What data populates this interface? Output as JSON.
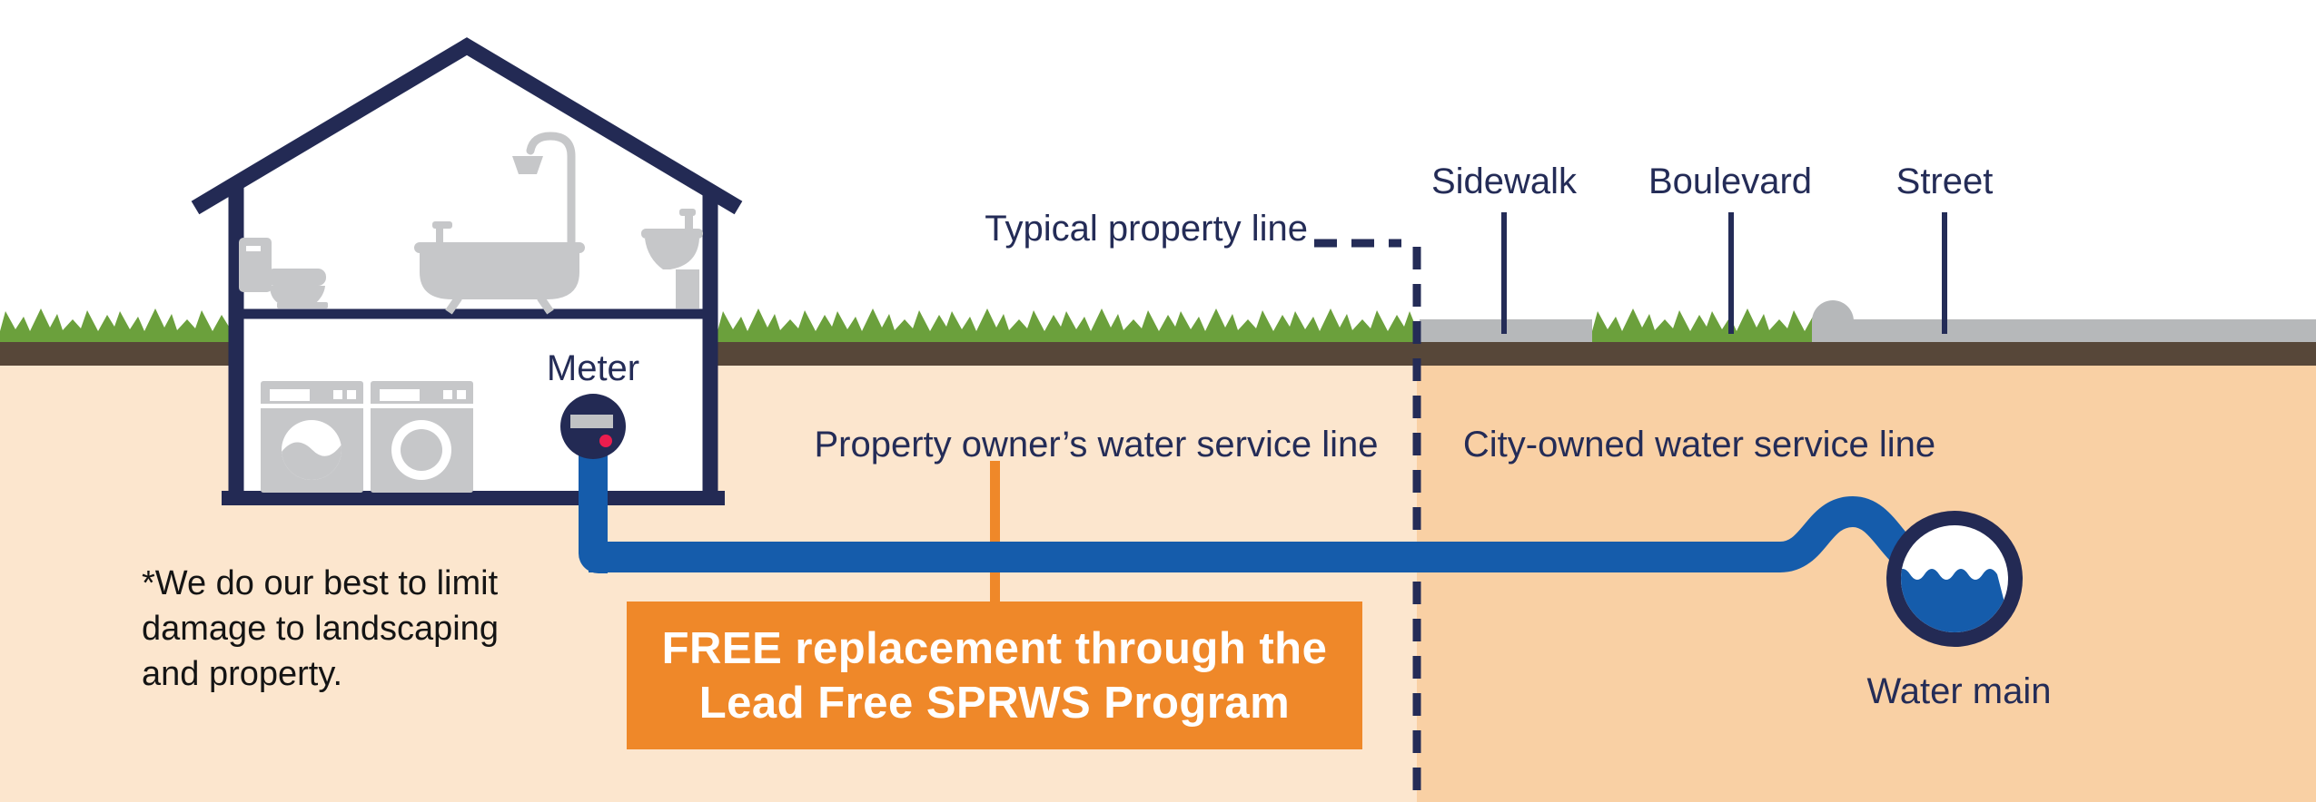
{
  "labels": {
    "typical_property_line": "Typical property line",
    "sidewalk": "Sidewalk",
    "boulevard": "Boulevard",
    "street": "Street",
    "meter": "Meter",
    "property_owner_line": "Property owner’s water service line",
    "city_owned_line": "City-owned water service line",
    "water_main": "Water main"
  },
  "callout": {
    "line1": "FREE replacement through the",
    "line2": "Lead Free SPRWS Program"
  },
  "footnote": {
    "line1": "*We do our best to limit",
    "line2": "damage to landscaping",
    "line3": "and property."
  },
  "colors": {
    "navy": "#232a54",
    "pipe_blue": "#155cab",
    "callout_orange": "#ef8829",
    "grass_green": "#6ba03c",
    "soil_brown": "#574739",
    "underground_peach_light": "#fce6ce",
    "underground_peach_dark": "#f9d0a4",
    "fixture_gray": "#c6c7c9",
    "pavement_gray": "#b6b8ba",
    "meter_dot_red": "#ea1d4e"
  }
}
